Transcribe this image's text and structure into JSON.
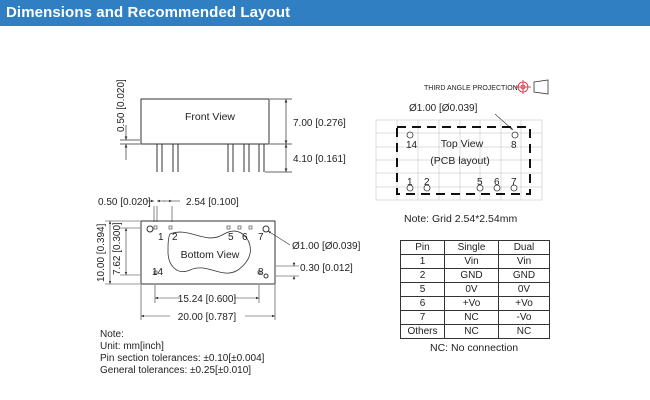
{
  "header": {
    "title": "Dimensions and Recommended Layout"
  },
  "front_view": {
    "label": "Front View",
    "height_dim": "7.00 [0.276]",
    "pin_length_dim": "4.10 [0.161]",
    "offset_dim": "0.50 [0.020]"
  },
  "bottom_view": {
    "label": "Bottom View",
    "dim_0_50": "0.50 [0.020]",
    "pitch_dim": "2.54 [0.100]",
    "pin_hole_dim": "Ø1.00 [Ø0.039]",
    "pin_offset_dim": "0.30 [0.012]",
    "height_outer": "10.00 [0.394]",
    "height_inner": "7.62 [0.300]",
    "row_span_dim": "15.24 [0.600]",
    "width_dim": "20.00 [0.787]",
    "pin_labels": {
      "p1": "1",
      "p2": "2",
      "p5": "5",
      "p6": "6",
      "p7": "7",
      "p14": "14",
      "p8": "8"
    }
  },
  "top_view": {
    "projection_label": "THIRD ANGLE PROJECTION",
    "hole_dim": "Ø1.00 [Ø0.039]",
    "label_top": "Top View",
    "label_pcb": "(PCB layout)",
    "pin_labels": {
      "p14": "14",
      "p8": "8",
      "p1": "1",
      "p2": "2",
      "p5": "5",
      "p6": "6",
      "p7": "7"
    },
    "grid_note": "Note: Grid 2.54*2.54mm"
  },
  "pin_table": {
    "headers": [
      "Pin",
      "Single",
      "Dual"
    ],
    "rows": [
      [
        "1",
        "Vin",
        "Vin"
      ],
      [
        "2",
        "GND",
        "GND"
      ],
      [
        "5",
        "0V",
        "0V"
      ],
      [
        "6",
        "+Vo",
        "+Vo"
      ],
      [
        "7",
        "NC",
        "-Vo"
      ],
      [
        "Others",
        "NC",
        "NC"
      ]
    ]
  },
  "nc_note": "NC: No connection",
  "notes": [
    "Note:",
    "Unit: mm[inch]",
    "Pin section tolerances: ±0.10[±0.004]",
    "General tolerances: ±0.25[±0.010]"
  ]
}
